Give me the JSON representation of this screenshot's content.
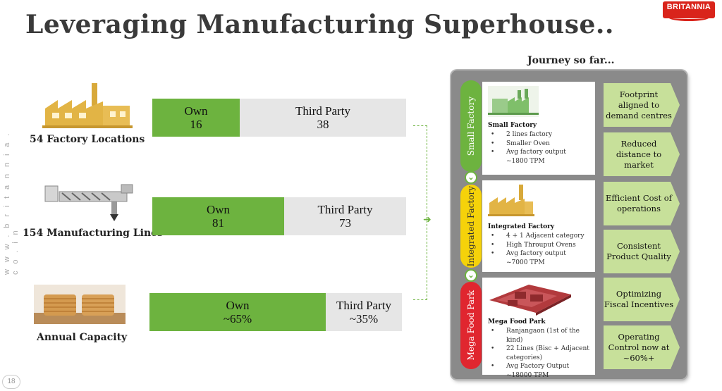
{
  "header": {
    "title": "Leveraging Manufacturing Superhouse..",
    "logo_text": "BRITANNIA"
  },
  "side": {
    "url": "w w w . b r i t a n n i a . c o . i n",
    "page_number": "18"
  },
  "rows": [
    {
      "label": "54 Factory Locations",
      "own_label": "Own",
      "own_value": "16",
      "third_label": "Third Party",
      "third_value": "38",
      "own_share": 0.296
    },
    {
      "label": "154 Manufacturing Lines",
      "own_label": "Own",
      "own_value": "81",
      "third_label": "Third Party",
      "third_value": "73",
      "own_share": 0.526
    },
    {
      "label": "Annual Capacity",
      "own_label": "Own",
      "own_value": "~65%",
      "third_label": "Third Party",
      "third_value": "~35%",
      "own_share": 0.65
    }
  ],
  "journey": {
    "title": "Journey so far...",
    "stages": [
      {
        "pill_label": "Small Factory",
        "name": "Small Factory",
        "bullets": [
          "2 lines factory",
          "Smaller Oven",
          "Avg factory output ~1800 TPM"
        ]
      },
      {
        "pill_label": "Integrated Factory",
        "name": "Integrated Factory",
        "bullets": [
          "4 + 1 Adjacent category",
          "High Throuput Ovens",
          "Avg factory output ~7000 TPM"
        ]
      },
      {
        "pill_label": "Mega Food Park",
        "name": "Mega Food Park",
        "bullets": [
          "Ranjangaon (1st of the kind)",
          "22 Lines (Bisc + Adjacent categories)",
          "Avg Factory Output ~18000 TPM"
        ]
      }
    ],
    "benefits": [
      "Footprint aligned to demand centres",
      "Reduced distance to market",
      "Efficient Cost of operations",
      "Consistent Product Quality",
      "Optimizing Fiscal Incentives",
      "Operating Control now at ~60%+"
    ]
  },
  "colors": {
    "own": "#6db33f",
    "third": "#e6e6e6",
    "panel": "#8a8a8a",
    "benefit": "#c7e09a",
    "brand": "#d9241b"
  }
}
